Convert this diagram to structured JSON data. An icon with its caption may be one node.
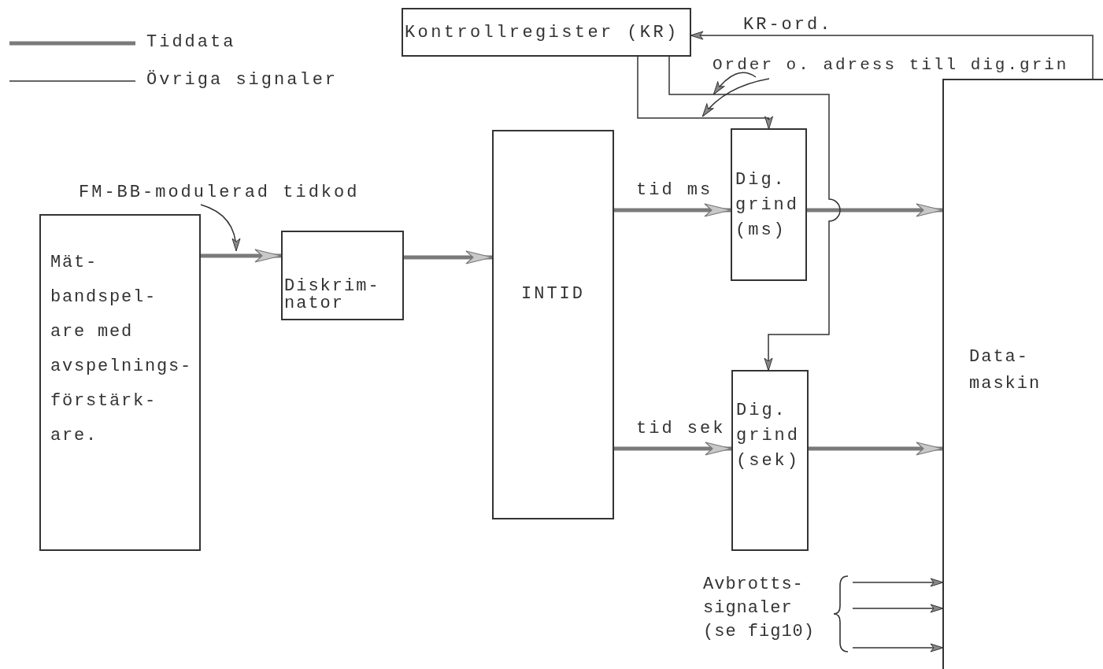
{
  "diagram": {
    "nodes": [
      {
        "text": [
          "Kontrollregister (KR)"
        ]
      },
      {
        "text": [
          "Mät- bandspel- are med avspelnings- förstärk- are."
        ]
      },
      {
        "text": [
          "Diskrim- nator"
        ]
      },
      {
        "text": [
          "INTID"
        ]
      },
      {
        "text": [
          "Dig. grind (ms)"
        ]
      },
      {
        "text": [
          "Dig. grind (sek)"
        ]
      },
      {
        "text": [
          "Data- maskin"
        ]
      },
      {
        "text": [
          "Avbrotts- signaler (se fig10)"
        ]
      },
      {
        "text": [
          "FM-BB-modulerad tidkod"
        ]
      },
      {
        "text": [
          "Order o. adress till dig.grin"
        ]
      }
    ],
    "edges": [
      {
        "from": 1,
        "to": 2,
        "arrow": "to",
        "style": "thick"
      },
      {
        "from": 2,
        "to": 3,
        "arrow": "to",
        "style": "thick"
      },
      {
        "from": 3,
        "to": 4,
        "arrow": "to",
        "style": "thick",
        "label": "tid ms"
      },
      {
        "from": 3,
        "to": 5,
        "arrow": "to",
        "style": "thick",
        "label": "tid sek"
      },
      {
        "from": 4,
        "to": 6,
        "arrow": "to",
        "style": "thick"
      },
      {
        "from": 5,
        "to": 6,
        "arrow": "to",
        "style": "thick"
      },
      {
        "from": 6,
        "to": 0,
        "arrow": "to",
        "label": "KR-ord."
      },
      {
        "from": 0,
        "to": 4,
        "arrow": "to"
      },
      {
        "from": 0,
        "to": 5,
        "arrow": "to"
      },
      {
        "from": 7,
        "to": 6,
        "arrow": "to"
      },
      {
        "from": 7,
        "to": 6,
        "arrow": "to"
      },
      {
        "from": 7,
        "to": 6,
        "arrow": "to"
      },
      {
        "from": 8,
        "to": null,
        "arrow": "to"
      },
      {
        "from": 9,
        "to": null,
        "arrow": "to"
      },
      {
        "from": 9,
        "to": null,
        "arrow": "to"
      }
    ],
    "legend": [
      {
        "text": "Tiddata"
      },
      {
        "text": "Övriga signaler"
      }
    ]
  }
}
